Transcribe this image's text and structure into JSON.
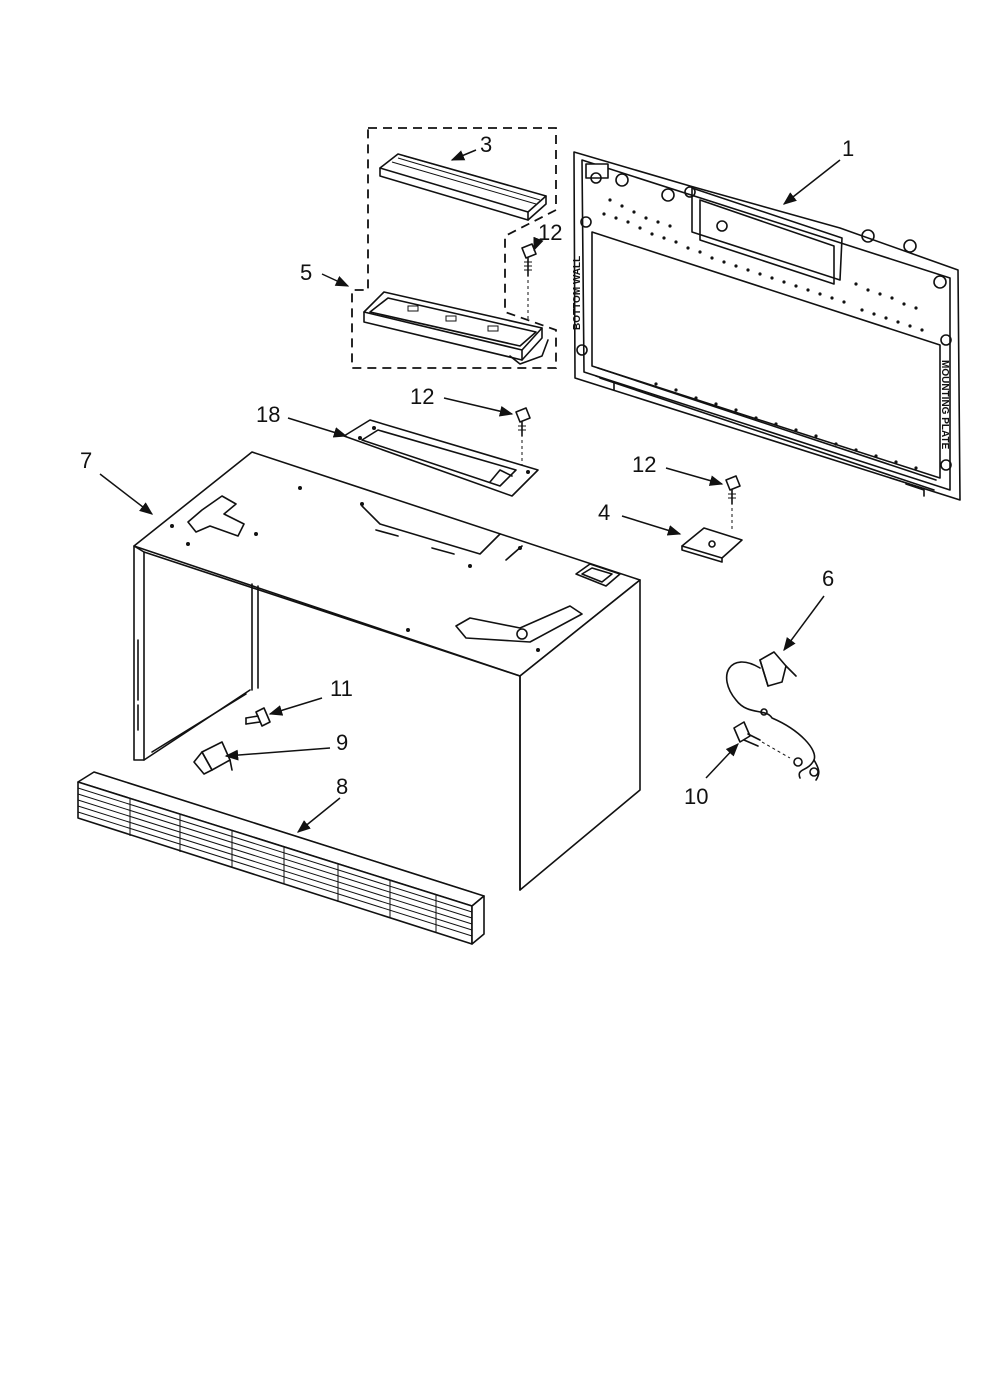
{
  "callouts": {
    "c1": "1",
    "c3": "3",
    "c12a": "12",
    "c5": "5",
    "c12b": "12",
    "c18": "18",
    "c7": "7",
    "c12c": "12",
    "c4": "4",
    "c6": "6",
    "c11": "11",
    "c9": "9",
    "c8": "8",
    "c10": "10"
  },
  "mounting_plate_text": {
    "left": "BOTTOM WALL",
    "right": "MOUNTING PLATE"
  }
}
